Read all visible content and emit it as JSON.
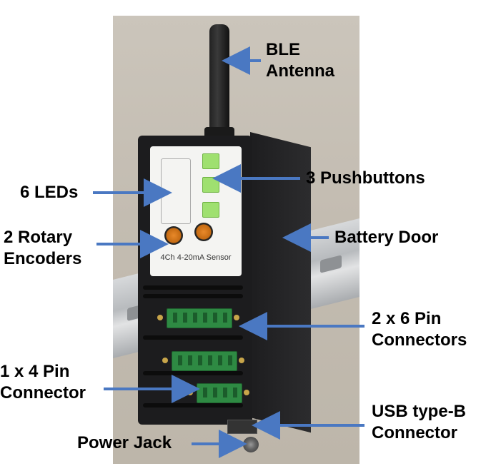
{
  "labels": {
    "ble_line1": "BLE",
    "ble_line2": "Antenna",
    "pushbuttons": "3 Pushbuttons",
    "leds": "6 LEDs",
    "encoders_line1": "2 Rotary",
    "encoders_line2": "Encoders",
    "battery_door": "Battery Door",
    "connectors6_line1": "2 x 6 Pin",
    "connectors6_line2": "Connectors",
    "connector4_line1": "1 x 4 Pin",
    "connector4_line2": "Connector",
    "usb_line1": "USB type-B",
    "usb_line2": "Connector",
    "power_jack": "Power Jack"
  },
  "device": {
    "sensor_label": "4Ch 4-20mA Sensor"
  },
  "colors": {
    "arrow": "#4a78c2",
    "label_text": "#000000",
    "pushbutton": "#9fe070",
    "connector": "#2e8a43"
  }
}
